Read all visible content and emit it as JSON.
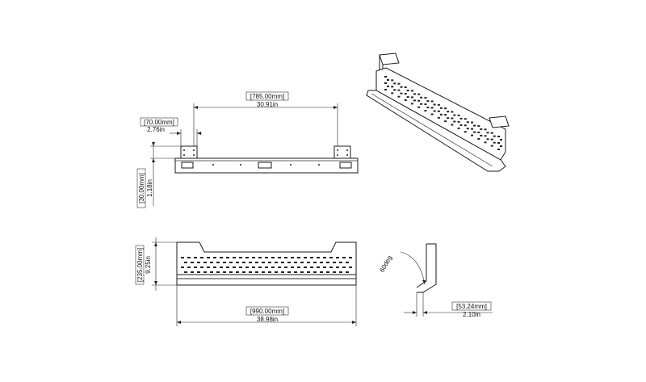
{
  "dimensions": {
    "span": {
      "mm": "[785.00mm]",
      "in": "30.91in"
    },
    "bracket_width": {
      "mm": "[70.00mm]",
      "in": "2.76in"
    },
    "bracket_height": {
      "mm": "[30.00mm]",
      "in": "1.18in"
    },
    "depth": {
      "mm": "[235.00mm]",
      "in": "9.25in"
    },
    "length": {
      "mm": "[990.00mm]",
      "in": "38.98in"
    },
    "lip": {
      "mm": "[53.24mm]",
      "in": "2.10in"
    },
    "angle": "60deg"
  },
  "colors": {
    "line": "#1a1a1a",
    "background": "#ffffff"
  }
}
